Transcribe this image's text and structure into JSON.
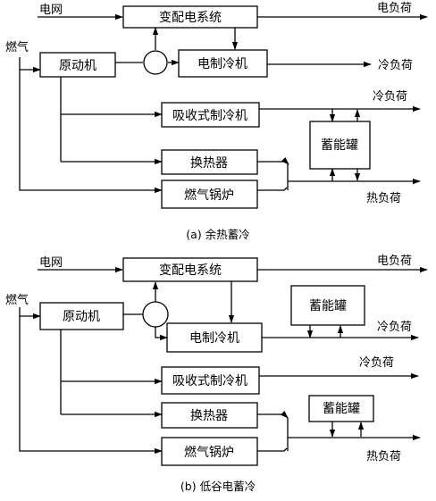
{
  "diagram_a": {
    "grid": "电网",
    "gas": "燃气",
    "prime_mover": "原动机",
    "transformer": "变配电系统",
    "electric_chiller": "电制冷机",
    "absorption_chiller": "吸收式制冷机",
    "heat_exchanger": "换热器",
    "gas_boiler": "燃气锅炉",
    "storage_tank": "蓄能罐",
    "electric_load": "电负荷",
    "cooling_load_1": "冷负荷",
    "cooling_load_2": "冷负荷",
    "heat_load": "热负荷",
    "caption": "(a) 余热蓄冷"
  },
  "diagram_b": {
    "grid": "电网",
    "gas": "燃气",
    "prime_mover": "原动机",
    "transformer": "变配电系统",
    "electric_chiller": "电制冷机",
    "absorption_chiller": "吸收式制冷机",
    "heat_exchanger": "换热器",
    "gas_boiler": "燃气锅炉",
    "storage_tank_cold": "蓄能罐",
    "storage_tank_heat": "蓄能罐",
    "electric_load": "电负荷",
    "cooling_load_1": "冷负荷",
    "cooling_load_2": "冷负荷",
    "heat_load": "热负荷",
    "caption": "(b) 低谷电蓄冷"
  }
}
